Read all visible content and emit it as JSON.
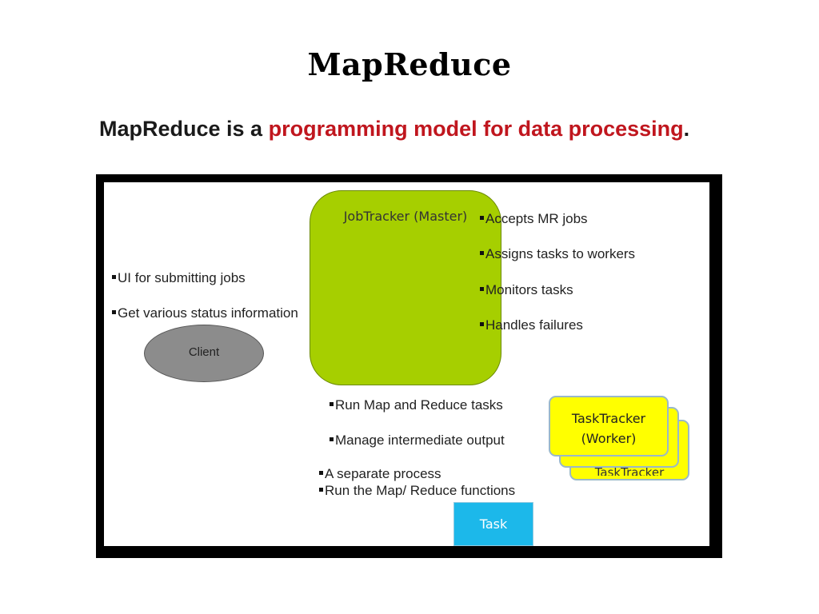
{
  "slide": {
    "title": "MapReduce",
    "subtitle_prefix": "MapReduce is a ",
    "subtitle_highlight": "programming model for data processing",
    "subtitle_suffix": "."
  },
  "colors": {
    "highlight_text": "#c0161e",
    "jobtracker_fill": "#a6cf00",
    "client_fill": "#8c8c8c",
    "tasktracker_fill": "#ffff00",
    "task_fill": "#1cb8ea",
    "frame": "#000000"
  },
  "diagram": {
    "jobtracker": {
      "label": "JobTracker (Master)",
      "bullets": [
        "Accepts MR jobs",
        "Assigns tasks to workers",
        "Monitors tasks",
        "Handles failures"
      ]
    },
    "client": {
      "label": "Client",
      "bullets": [
        "UI for submitting jobs",
        "Get various status information"
      ]
    },
    "tasktracker": {
      "front_line1": "TaskTracker",
      "front_line2": "(Worker)",
      "back_label": "TaskTracker",
      "bullets": [
        "Run Map and Reduce tasks",
        "Manage intermediate output"
      ]
    },
    "task": {
      "label": "Task",
      "bullets": [
        "A separate process",
        "Run the Map/ Reduce functions"
      ]
    }
  }
}
